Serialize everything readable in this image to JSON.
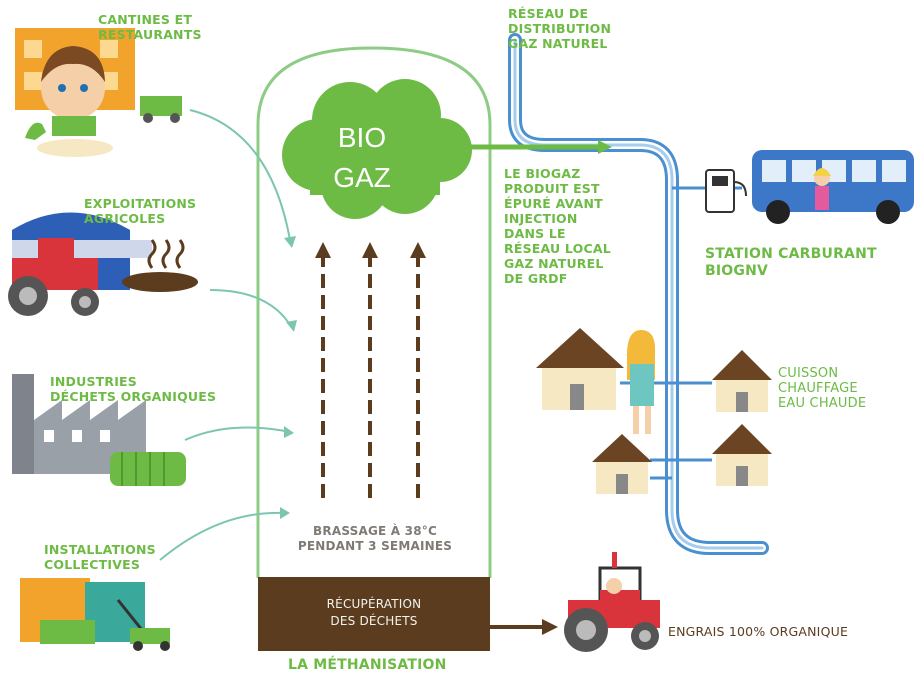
{
  "sources": {
    "cantines": "CANTINES ET\nRESTAURANTS",
    "agricoles": "EXPLOITATIONS\nAGRICOLES",
    "industries": "INDUSTRIES\nDÉCHETS ORGANIQUES",
    "collectives": "INSTALLATIONS\nCOLLECTIVES"
  },
  "digester": {
    "cloud_line1": "BIO",
    "cloud_line2": "GAZ",
    "brassage": "BRASSAGE À 38°C\nPENDANT 3 SEMAINES",
    "recuperation": "RÉCUPÉRATION\nDES DÉCHETS",
    "title": "LA MÉTHANISATION"
  },
  "network": {
    "reseau": "RÉSEAU DE\nDISTRIBUTION\nGAZ NATUREL",
    "injection": "LE BIOGAZ\nPRODUIT EST\nÉPURÉ AVANT\nINJECTION\nDANS LE\nRÉSEAU LOCAL\nGAZ NATUREL\nDE GRDF"
  },
  "outputs": {
    "station": "STATION CARBURANT\nBIOGNV",
    "usages": "CUISSON\nCHAUFFAGE\nEAU CHAUDE",
    "engrais": "ENGRAIS 100% ORGANIQUE"
  },
  "colors": {
    "green": "#6dbb45",
    "brown": "#5b3c1f",
    "pipe": "#4a8fd0",
    "bus": "#3d78c8",
    "tractor": "#d9343b"
  }
}
